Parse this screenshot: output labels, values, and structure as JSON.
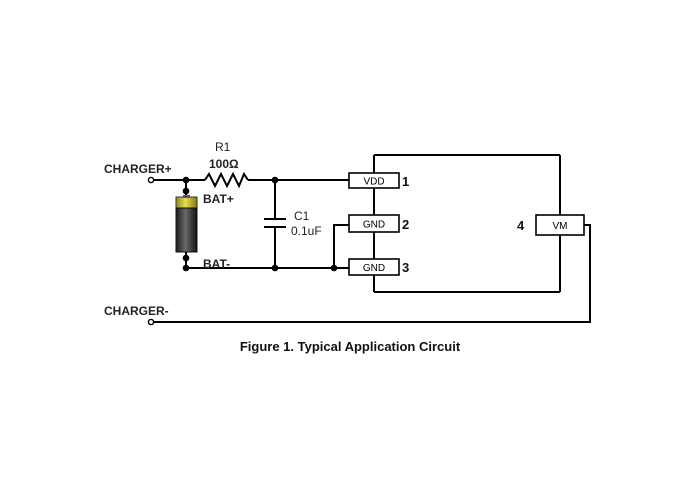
{
  "labels": {
    "charger_plus": "CHARGER+",
    "charger_minus": "CHARGER-",
    "r1_name": "R1",
    "r1_value": "100Ω",
    "bat_plus": "BAT+",
    "bat_minus": "BAT-",
    "c1_name": "C1",
    "c1_value": "0.1uF"
  },
  "pins": {
    "vdd": {
      "label": "VDD",
      "number": "1"
    },
    "gnd2": {
      "label": "GND",
      "number": "2"
    },
    "gnd3": {
      "label": "GND",
      "number": "3"
    },
    "vm": {
      "label": "VM",
      "number": "4"
    }
  },
  "caption": "Figure 1.  Typical Application Circuit",
  "colors": {
    "battery_top": "#d6c23a",
    "battery_body": "#2a2a2a",
    "wire": "#000000"
  }
}
